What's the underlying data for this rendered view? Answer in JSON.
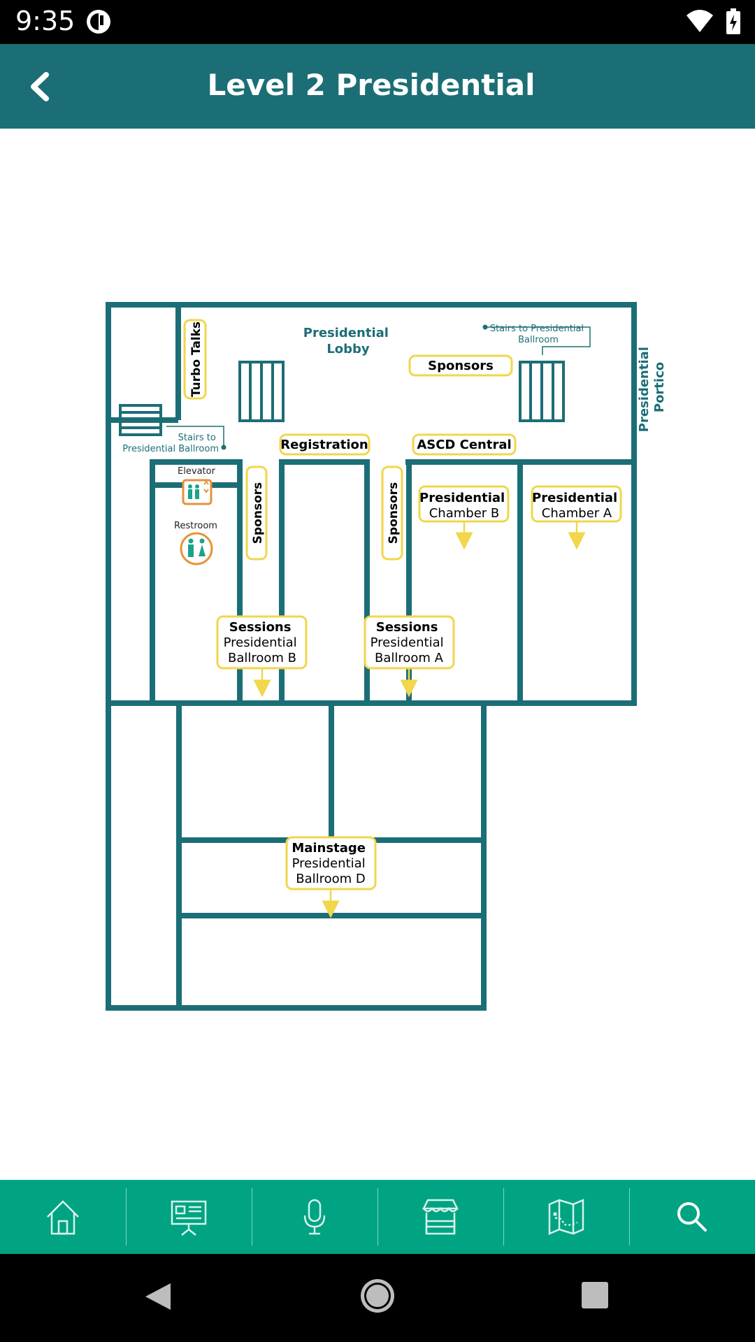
{
  "status_bar": {
    "time": "9:35"
  },
  "header": {
    "title": "Level 2 Presidential"
  },
  "map": {
    "lobby": [
      "Presidential",
      "Lobby"
    ],
    "portico": [
      "Presidential",
      "Portico"
    ],
    "turbo_talks": "Turbo Talks",
    "stairs_left": [
      "Stairs to",
      "Presidential Ballroom"
    ],
    "stairs_right": [
      "Stairs to Presidential",
      "Ballroom"
    ],
    "sponsors_top": "Sponsors",
    "registration": "Registration",
    "ascd_central": "ASCD Central",
    "elevator": "Elevator",
    "restroom": "Restroom",
    "sponsors_left": "Sponsors",
    "sponsors_mid": "Sponsors",
    "chamber_b": [
      "Presidential",
      "Chamber B"
    ],
    "chamber_a": [
      "Presidential",
      "Chamber A"
    ],
    "ballroom_b": [
      "Sessions",
      "Presidential",
      "Ballroom B"
    ],
    "ballroom_a": [
      "Sessions",
      "Presidential",
      "Ballroom A"
    ],
    "ballroom_d": [
      "Mainstage",
      "Presidential",
      "Ballroom D"
    ],
    "colors": {
      "wall": "#1c6e76",
      "label_border": "#f2d64b",
      "arrow": "#f2d64b"
    }
  },
  "bottom_nav": [
    "home-icon",
    "presentation-icon",
    "microphone-icon",
    "booth-icon",
    "map-icon",
    "search-icon"
  ]
}
